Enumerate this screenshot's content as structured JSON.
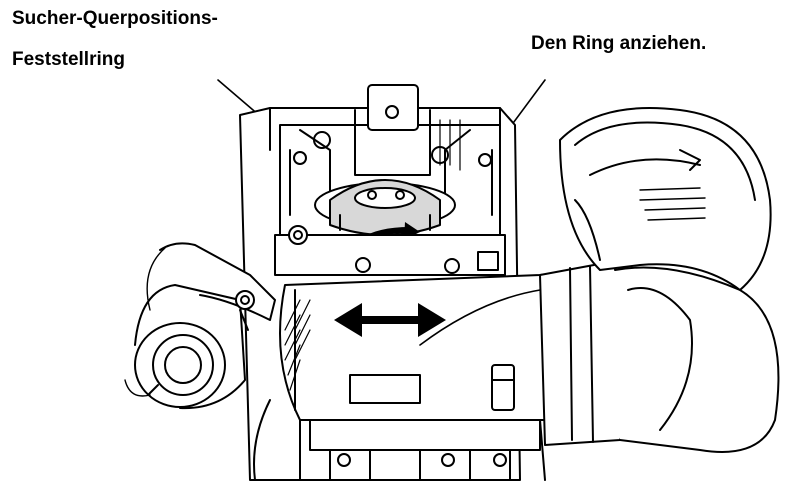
{
  "callouts": {
    "left_line1": "Sucher-Querpositions-",
    "left_line2": "Feststellring",
    "right": "Den Ring anziehen."
  },
  "colors": {
    "ink": "#000000",
    "paper": "#ffffff",
    "shade": "#d8d8d8"
  },
  "icons": {
    "arrow": "double-headed-arrow",
    "ring_arrow": "curved-arrow"
  }
}
